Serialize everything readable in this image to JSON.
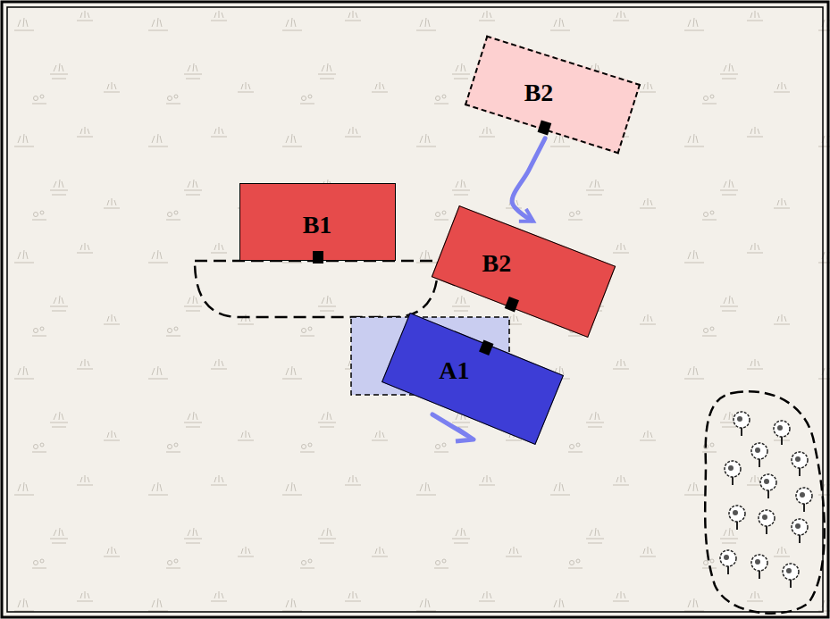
{
  "diagram": {
    "nodes": [
      {
        "text": [
          "B2"
        ]
      },
      {
        "text": [
          "B1"
        ]
      },
      {
        "text": [
          "B2"
        ]
      },
      {
        "text": [
          "A1"
        ]
      }
    ],
    "edges": [
      {
        "from": 0,
        "to": 2,
        "arrow": "to"
      }
    ]
  }
}
